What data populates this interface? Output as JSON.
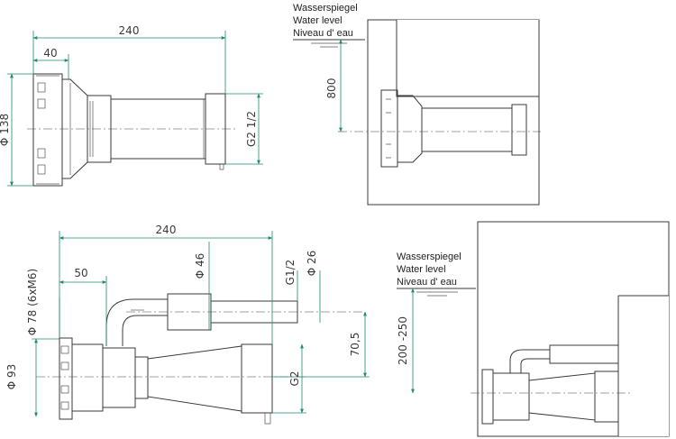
{
  "top_left": {
    "dim_length": "240",
    "dim_offset": "40",
    "dim_diameter": "Φ 138",
    "dim_thread": "G2 1/2"
  },
  "top_right": {
    "water_label_de": "Wasserspiegel",
    "water_label_en": "Water level",
    "water_label_fr": "Niveau d' eau",
    "dim_depth": "800"
  },
  "bottom_left": {
    "dim_length": "240",
    "dim_offset": "50",
    "dim_diameter_pipe": "Φ 46",
    "dim_diameter_small": "Φ 26",
    "dim_thread_small": "G1/2",
    "dim_bolt_circle": "Φ 78 (6xM6)",
    "dim_diameter_flange": "Φ 93",
    "dim_offset_height": "70,5",
    "dim_thread_large": "G2"
  },
  "bottom_right": {
    "water_label_de": "Wasserspiegel",
    "water_label_en": "Water level",
    "water_label_fr": "Niveau d' eau",
    "dim_depth": "200 -250"
  }
}
